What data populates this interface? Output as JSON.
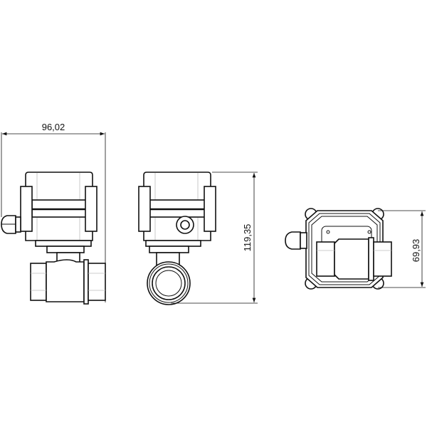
{
  "dimensions": {
    "width": "96,02",
    "height": "119,35",
    "top_view_depth": "69,93"
  },
  "colors": {
    "line": "#111111",
    "background": "#ffffff"
  }
}
